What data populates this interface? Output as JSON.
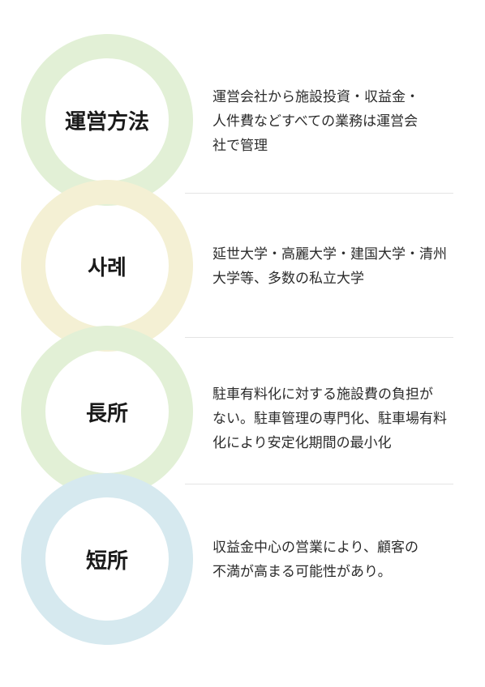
{
  "rows": [
    {
      "title": "運営方法",
      "lines": [
        "運営会社から施設投資・収益金・",
        "人件費などすべての業務は運営会",
        "社で管理"
      ],
      "ring_color": "#e2f0d6"
    },
    {
      "title": "사례",
      "lines": [
        "延世大学・高麗大学・建国大学・清州",
        "大学等、多数の私立大学"
      ],
      "ring_color": "#f4f0d4"
    },
    {
      "title": "長所",
      "lines": [
        "駐車有料化に対する施設費の負担が",
        "ない。駐車管理の専門化、駐車場有料",
        "化により安定化期間の最小化"
      ],
      "ring_color": "#e2f0d6"
    },
    {
      "title": "短所",
      "lines": [
        "収益金中心の営業により、顧客の",
        "不満が高まる可能性があり。"
      ],
      "ring_color": "#d6e9ef"
    }
  ]
}
